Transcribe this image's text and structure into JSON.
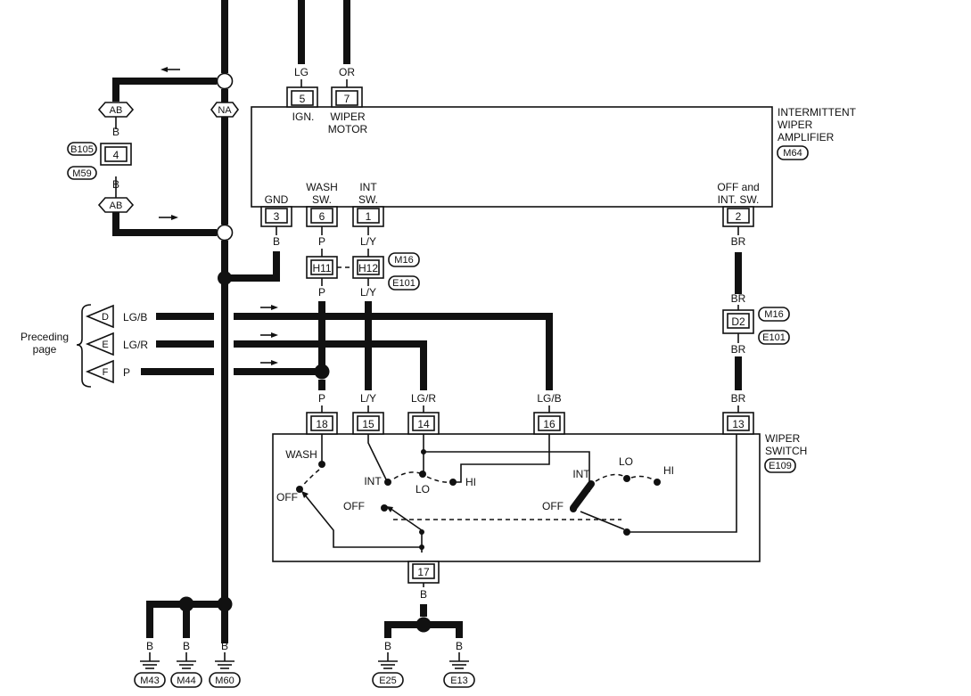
{
  "amplifier": {
    "title_lines": [
      "INTERMITTENT",
      "WIPER",
      "AMPLIFIER"
    ],
    "code": "M64",
    "pins": [
      {
        "num": "5",
        "wire": "LG",
        "label_lines": [
          "IGN."
        ]
      },
      {
        "num": "7",
        "wire": "OR",
        "label_lines": [
          "WIPER",
          "MOTOR"
        ]
      },
      {
        "num": "3",
        "wire": "B",
        "label_lines": [
          "GND"
        ]
      },
      {
        "num": "6",
        "wire": "P",
        "label_lines": [
          "WASH",
          "SW."
        ]
      },
      {
        "num": "1",
        "wire": "L/Y",
        "label_lines": [
          "INT",
          "SW."
        ]
      },
      {
        "num": "2",
        "wire": "BR",
        "label_lines": [
          "OFF and",
          "INT. SW."
        ]
      }
    ]
  },
  "switch": {
    "title_lines": [
      "WIPER",
      "SWITCH"
    ],
    "code": "E109",
    "pins": [
      {
        "num": "18",
        "wire": "P"
      },
      {
        "num": "15",
        "wire": "L/Y"
      },
      {
        "num": "14",
        "wire": "LG/R"
      },
      {
        "num": "16",
        "wire": "LG/B"
      },
      {
        "num": "13",
        "wire": "BR"
      },
      {
        "num": "17",
        "wire": "B"
      }
    ],
    "positions": {
      "wash": "WASH",
      "wash_off": "OFF",
      "int": "INT",
      "lo": "LO",
      "hi": "HI",
      "off": "OFF",
      "int2": "INT",
      "lo2": "LO",
      "hi2": "HI",
      "off2": "OFF"
    }
  },
  "left_circuit": {
    "na": "NA",
    "ab_top": "AB",
    "ab_bottom": "AB",
    "wire_b_top": "B",
    "wire_b_bottom": "B",
    "conn_pin": "4",
    "conn_code_top": "B105",
    "conn_code_bottom": "M59"
  },
  "harness_connectors": {
    "h11": "H11",
    "h12": "H12",
    "h_code_top": "M16",
    "h_code_bottom": "E101",
    "d2": "D2",
    "d2_code_top": "M16",
    "d2_code_bottom": "E101",
    "wire_h11_below": "P",
    "wire_h12_below": "L/Y",
    "wire_br_above": "BR",
    "wire_br_below": "BR"
  },
  "preceding": {
    "label_lines": [
      "Preceding",
      "page"
    ],
    "connectors": [
      {
        "letter": "D",
        "wire": "LG/B"
      },
      {
        "letter": "E",
        "wire": "LG/R"
      },
      {
        "letter": "F",
        "wire": "P"
      }
    ]
  },
  "switch_wires_above": [
    "P",
    "L/Y",
    "LG/R",
    "LG/B",
    "BR"
  ],
  "grounds": {
    "wire": "B",
    "left": [
      {
        "wire": "B",
        "code": "M43"
      },
      {
        "wire": "B",
        "code": "M44"
      },
      {
        "wire": "B",
        "code": "M60"
      }
    ],
    "right": [
      {
        "wire": "B",
        "code": "E25"
      },
      {
        "wire": "B",
        "code": "E13"
      }
    ]
  }
}
